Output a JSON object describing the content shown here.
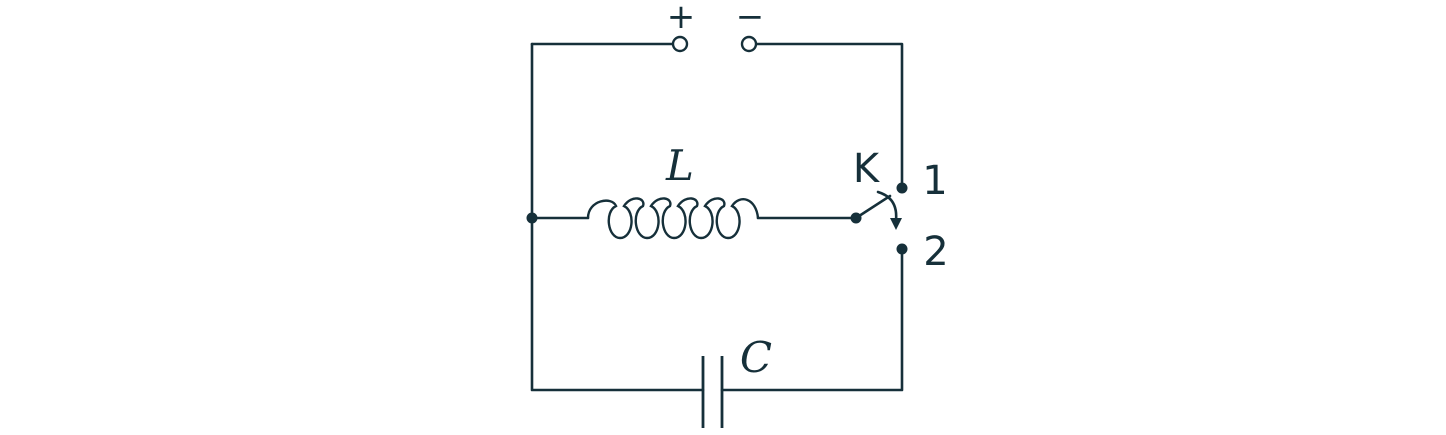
{
  "labels": {
    "plus": "+",
    "minus": "−",
    "inductor": "L",
    "capacitor": "C",
    "switch": "K",
    "contact_1": "1",
    "contact_2": "2"
  },
  "colors": {
    "ink": "#16303a",
    "background": "#ffffff"
  }
}
